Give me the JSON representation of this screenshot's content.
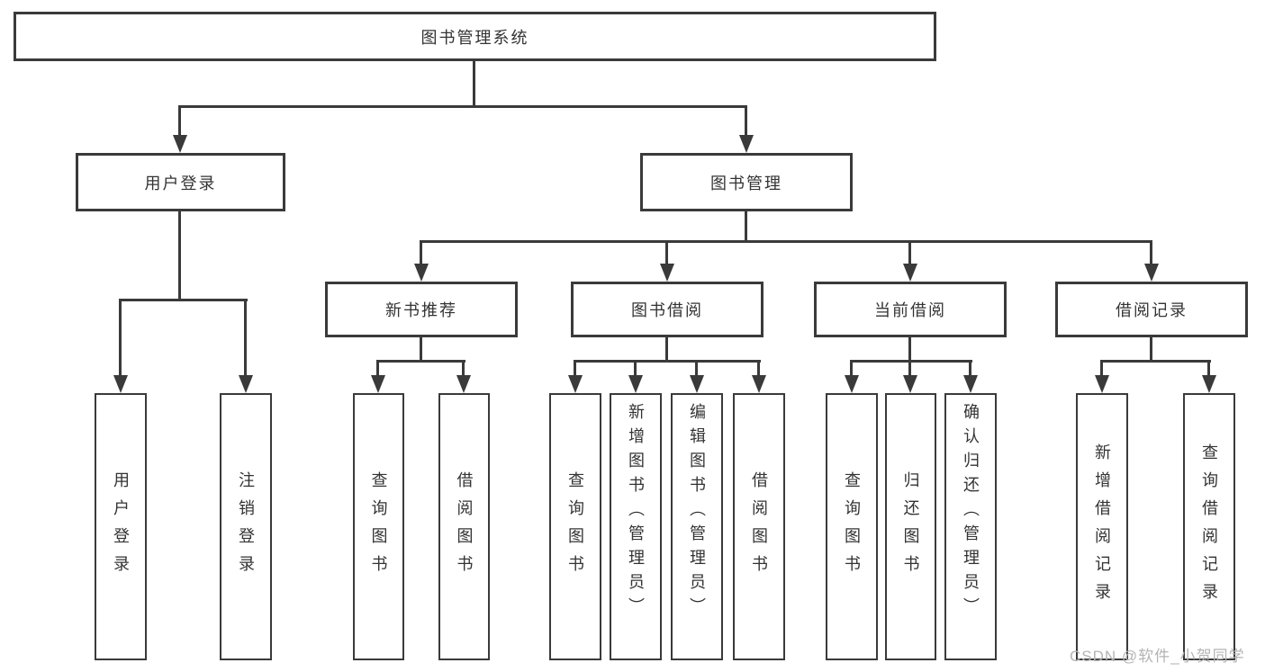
{
  "nodes": {
    "root": "图书管理系统",
    "user_login": "用户登录",
    "book_mgmt": "图书管理",
    "new_books": "新书推荐",
    "borrowing": "图书借阅",
    "current": "当前借阅",
    "records": "借阅记录",
    "leaf_user_login": "用户登录",
    "leaf_logout": "注销登录",
    "nb_query": "查询图书",
    "nb_borrow": "借阅图书",
    "bw_query": "查询图书",
    "bw_add": "新增图书（管理员）",
    "bw_edit": "编辑图书（管理员）",
    "bw_borrow": "借阅图书",
    "cu_query": "查询图书",
    "cu_return": "归还图书",
    "cu_confirm": "确认归还（管理员）",
    "rc_add": "新增借阅记录",
    "rc_query": "查询借阅记录"
  },
  "watermark": "CSDN @软件_小贺同学",
  "colors": {
    "line": "#3a3a3a",
    "text": "#333333",
    "watermark": "#b4b4b4",
    "background": "#ffffff"
  }
}
